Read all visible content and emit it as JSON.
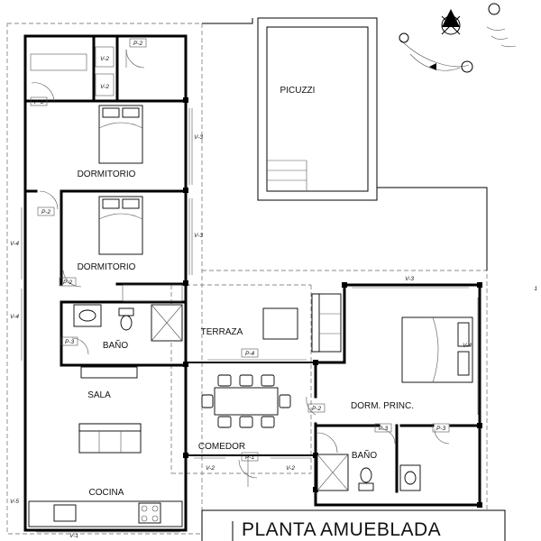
{
  "title": "PLANTA AMUEBLADA",
  "pool_label": "PICUZZI",
  "rooms": {
    "dorm1": "DORMITORIO",
    "dorm2": "DORMITORIO",
    "bano1": "BAÑO",
    "terraza": "TERRAZA",
    "sala": "SALA",
    "comedor": "COMEDOR",
    "cocina": "COCINA",
    "dorm_princ": "DORM. PRINC.",
    "bano2": "BAÑO"
  },
  "doors": {
    "p2_top": "P-2",
    "p3_top": "P-3",
    "p2_mid": "P-2",
    "p2_low": "P-2",
    "p3_bano": "P-3",
    "p4": "P-4",
    "p2_comedor": "P-2",
    "p1": "P-1",
    "p3_a": "P-3",
    "p3_b": "P-3"
  },
  "windows": {
    "v3_a": "V-3",
    "v3_b": "V-3",
    "v4_a": "V-4",
    "v4_b": "V-4",
    "v5": "V-5",
    "v1": "V-1",
    "v2_a": "V-2",
    "v2_b": "V-2",
    "v3_top": "V-3",
    "v4_right": "V-4"
  },
  "closet_a": "V-2",
  "closet_b": "V-2",
  "edge_mark": "1"
}
